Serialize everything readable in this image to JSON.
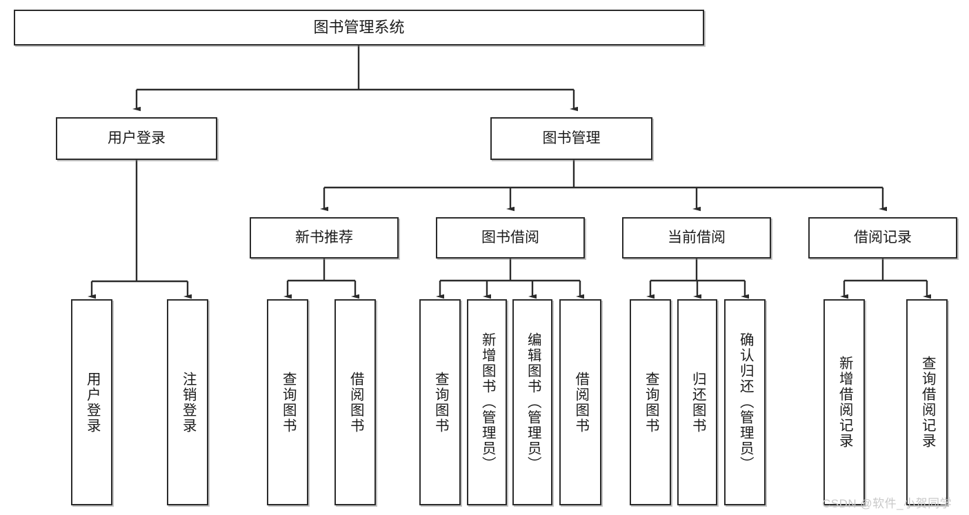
{
  "diagram": {
    "type": "tree-hierarchy",
    "title": "图书管理系统",
    "root": {
      "label": "图书管理系统"
    },
    "level2": [
      {
        "label": "用户登录"
      },
      {
        "label": "图书管理"
      }
    ],
    "level3": [
      {
        "label": "新书推荐"
      },
      {
        "label": "图书借阅"
      },
      {
        "label": "当前借阅"
      },
      {
        "label": "借阅记录"
      }
    ],
    "leaves": {
      "user_login": [
        {
          "label": "用户登录"
        },
        {
          "label": "注销登录"
        }
      ],
      "new_book_recommend": [
        {
          "label": "查询图书"
        },
        {
          "label": "借阅图书"
        }
      ],
      "book_borrow": [
        {
          "label": "查询图书"
        },
        {
          "label": "新增图书（管理员）"
        },
        {
          "label": "编辑图书（管理员）"
        },
        {
          "label": "借阅图书"
        }
      ],
      "current_borrow": [
        {
          "label": "查询图书"
        },
        {
          "label": "归还图书"
        },
        {
          "label": "确认归还（管理员）"
        }
      ],
      "borrow_record": [
        {
          "label": "新增借阅记录"
        },
        {
          "label": "查询借阅记录"
        }
      ]
    }
  },
  "watermark": {
    "text": "CSDN @软件_小贺同学"
  },
  "colors": {
    "border": "#2b2b2b",
    "background": "#ffffff",
    "text": "#1b1b1b",
    "watermark": "#c9c9c9"
  }
}
